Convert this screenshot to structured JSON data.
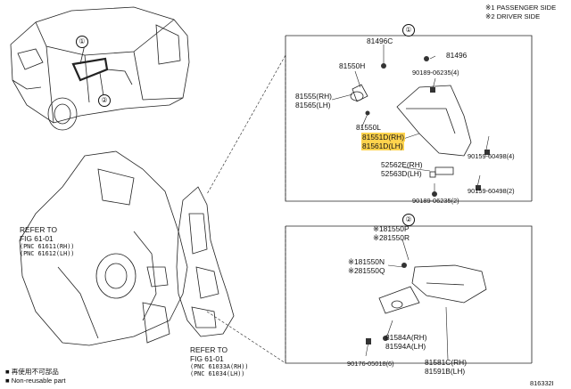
{
  "legend": {
    "passenger": "※1 PASSENGER SIDE",
    "driver": "※2 DRIVER SIDE"
  },
  "groups": {
    "g1": "①",
    "g2": "②"
  },
  "car_callouts": {
    "c1": "①",
    "c2": "②"
  },
  "labels": {
    "p81496C": "81496C",
    "p81496": "81496",
    "p81550H": "81550H",
    "p90189_4": "90189-06235(4)",
    "p81555": [
      "81555(RH)",
      "81565(LH)"
    ],
    "p81550L": "81550L",
    "p81551D": [
      "81551D(RH)",
      "81561D(LH)"
    ],
    "p90159_4": "90159-60498(4)",
    "p52562E": [
      "52562E(RH)",
      "52563D(LH)"
    ],
    "p90159_2": "90159-60498(2)",
    "p90189_2": "90189-06235(2)",
    "p81550P": [
      "※181550P",
      "※281550R"
    ],
    "p81550N": [
      "※181550N",
      "※281550Q"
    ],
    "p81584A": [
      "81584A(RH)",
      "81594A(LH)"
    ],
    "p90176": "90176-05018(6)",
    "p81581C": [
      "81581C(RH)",
      "81591B(LH)"
    ]
  },
  "refer1": {
    "line1": "REFER TO",
    "line2": "FIG 61-01",
    "line3": "(PNC 61611(RH))",
    "line4": "(PNC 61612(LH))"
  },
  "refer2": {
    "line1": "REFER TO",
    "line2": "FIG 61-01",
    "line3": "(PNC 61033A(RH))",
    "line4": "(PNC 61034(LH))"
  },
  "footer": {
    "nonreuse_cn": "■ 再使用不可部品",
    "nonreuse_en": "■ Non-reusable part",
    "figure_id": "816332I"
  }
}
